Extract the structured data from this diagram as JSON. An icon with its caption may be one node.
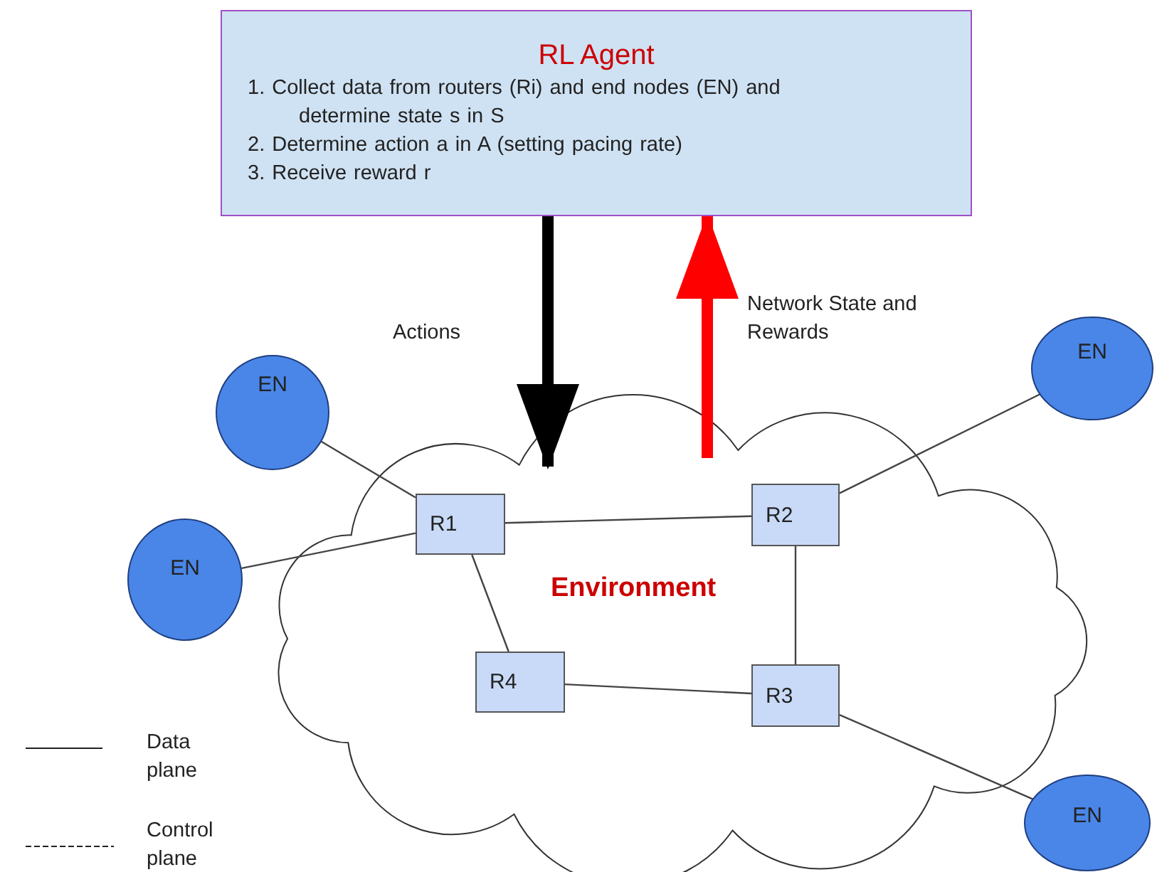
{
  "diagram": {
    "nodes": [
      {
        "text": [
          "RL Agent",
          "1. Collect data from routers (Ri) and end nodes (EN) and determine state s in S",
          "2. Determine action a in A (setting pacing rate)",
          "3. Receive reward r"
        ]
      },
      {
        "text": [
          "Environment"
        ]
      },
      {
        "text": [
          "R1"
        ],
        "in": 1
      },
      {
        "text": [
          "R2"
        ],
        "in": 1
      },
      {
        "text": [
          "R4"
        ],
        "in": 1
      },
      {
        "text": [
          "R3"
        ],
        "in": 1
      },
      {
        "text": [
          "EN"
        ]
      },
      {
        "text": [
          "EN"
        ]
      },
      {
        "text": [
          "EN"
        ]
      },
      {
        "text": [
          "EN"
        ]
      }
    ],
    "edges": [
      {
        "from": 0,
        "to": 1,
        "arrow": "to",
        "label": "Actions",
        "style": "thick"
      },
      {
        "from": 1,
        "to": 0,
        "arrow": "to",
        "label": "Network State and Rewards",
        "style": "thick",
        "color": "#ff0000"
      },
      {
        "from": 6,
        "to": 2,
        "arrow": "none"
      },
      {
        "from": 8,
        "to": 2,
        "arrow": "none"
      },
      {
        "from": 2,
        "to": 3,
        "arrow": "none"
      },
      {
        "from": 2,
        "to": 4,
        "arrow": "none"
      },
      {
        "from": 7,
        "to": 3,
        "arrow": "none"
      },
      {
        "from": 3,
        "to": 5,
        "arrow": "none"
      },
      {
        "from": 4,
        "to": 5,
        "arrow": "none"
      },
      {
        "from": 5,
        "to": 9,
        "arrow": "none"
      }
    ],
    "legend": [
      {
        "text": "Data plane"
      },
      {
        "text": "Control plane"
      }
    ]
  }
}
